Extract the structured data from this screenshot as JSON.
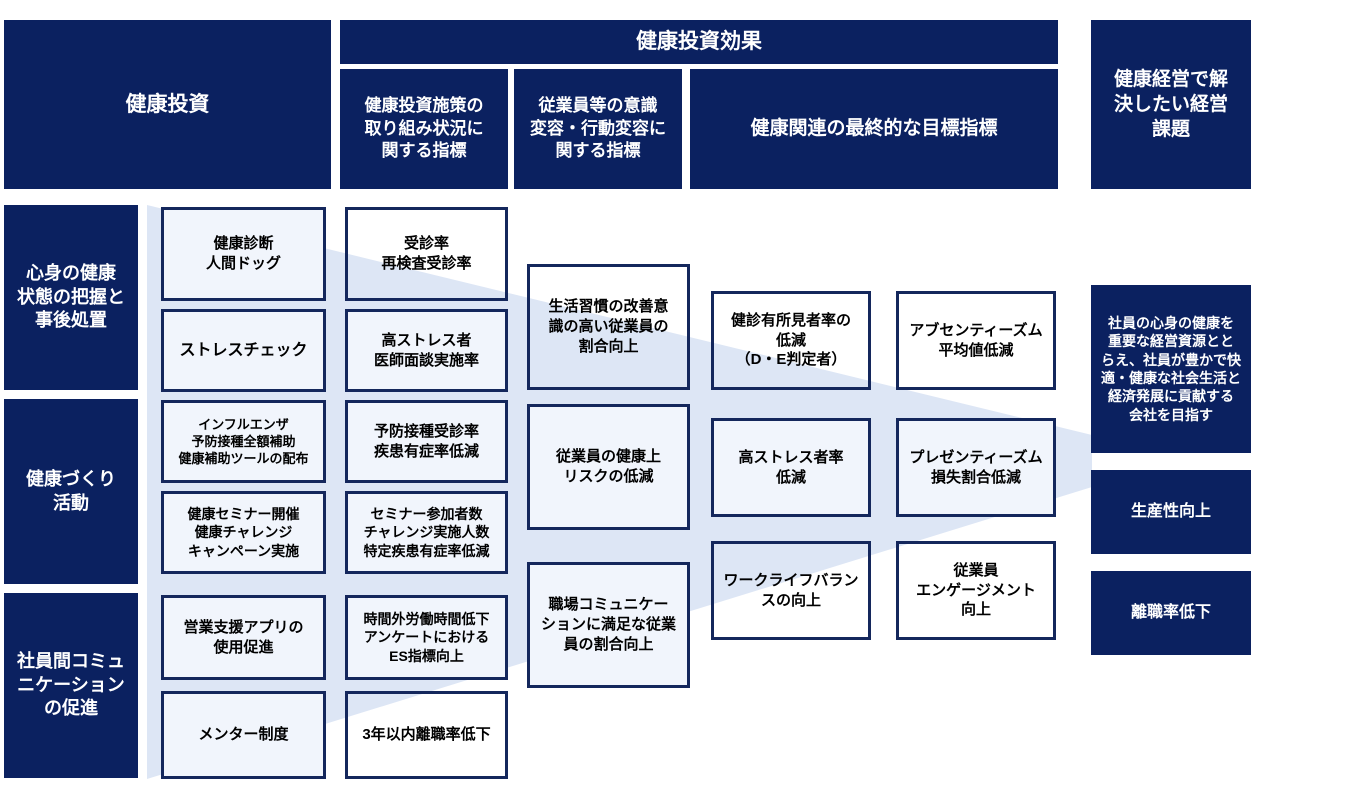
{
  "colors": {
    "navy": "#0b2160",
    "box_border": "#14275c",
    "box_fill": "#f1f5fc",
    "flow_band": "#dde6f5",
    "page_bg": "#ffffff"
  },
  "header": {
    "investment": "健康投資",
    "effect_banner": "健康投資効果",
    "effect_columns": [
      "健康投資施策の\n取り組み状況に\n関する指標",
      "従業員等の意識\n変容・行動変容に\n関する指標",
      "健康関連の最終的な目標指標"
    ],
    "management_issue": "健康経営で解\n決したい経営\n課題"
  },
  "categories": [
    "心身の健康\n状態の把握と\n事後処置",
    "健康づくり\n活動",
    "社員間コミュ\nニケーション\nの促進"
  ],
  "column_measures": [
    "健康診断\n人間ドッグ",
    "ストレスチェック",
    "インフルエンザ\n予防接種全額補助\n健康補助ツールの配布",
    "健康セミナー開催\n健康チャレンジ\nキャンペーン実施",
    "営業支援アプリの\n使用促進",
    "メンター制度"
  ],
  "column_status_indicators": [
    "受診率\n再検査受診率",
    "高ストレス者\n医師面談実施率",
    "予防接種受診率\n疾患有症率低減",
    "セミナー参加者数\nチャレンジ実施人数\n特定疾患有症率低減",
    "時間外労働時間低下\nアンケートにおける\nES指標向上",
    "3年以内離職率低下"
  ],
  "column_behavior_change": [
    "生活習慣の改善意\n識の高い従業員の\n割合向上",
    "従業員の健康上\nリスクの低減",
    "職場コミュニケー\nションに満足な従業\n員の割合向上"
  ],
  "column_goal_left": [
    "健診有所見者率の\n低減\n（D・E判定者）",
    "高ストレス者率\n低減",
    "ワークライフバラン\nスの向上"
  ],
  "column_goal_right": [
    "アブセンティーズム\n平均値低減",
    "プレゼンティーズム\n損失割合低減",
    "従業員\nエンゲージメント\n向上"
  ],
  "column_management_issues": [
    "社員の心身の健康を\n重要な経営資源とと\nらえ、社員が豊かで快\n適・健康な社会生活と\n経済発展に貢献する\n会社を目指す",
    "生産性向上",
    "離職率低下"
  ]
}
